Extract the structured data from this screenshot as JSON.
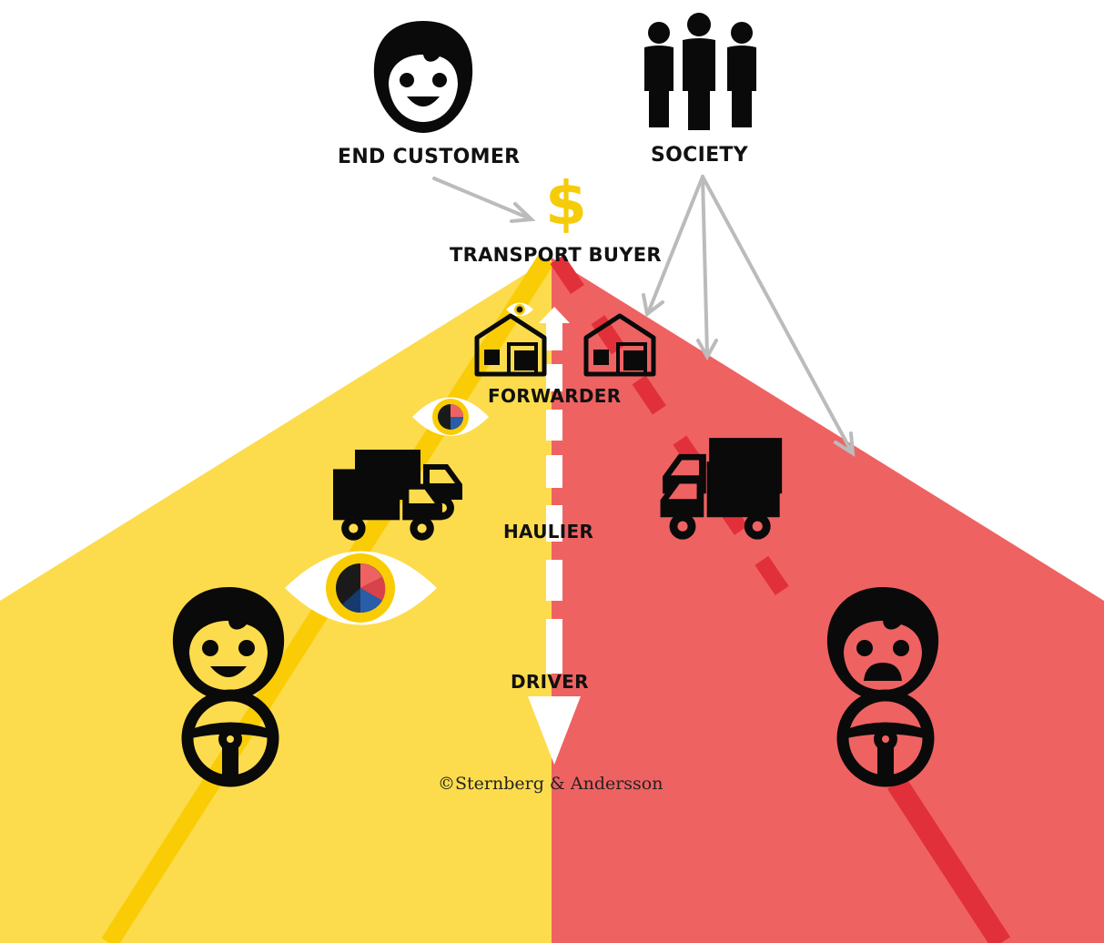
{
  "labels": {
    "end_customer": "END CUSTOMER",
    "society": "SOCIETY",
    "transport_buyer": "TRANSPORT BUYER",
    "forwarder": "FORWARDER",
    "haulier": "HAULIER",
    "driver": "DRIVER"
  },
  "copyright": "©Sternberg & Andersson",
  "colors": {
    "left_road": "#fcdc4d",
    "right_road": "#ef6262",
    "left_stripe": "#f9cc05",
    "right_stripe": "#e2303a",
    "icons": "#0a0a0a",
    "arrows": "#bbbbbb",
    "dollar": "#f6cc0a"
  },
  "icons": {
    "top_left": "happy-face-icon",
    "top_right": "society-group-icon",
    "center_top": "dollar-icon",
    "warehouses": "warehouse-icon",
    "trucks": "truck-icon",
    "eyes": "eye-icon",
    "left_driver": "happy-driver-icon",
    "right_driver": "sad-driver-icon"
  }
}
